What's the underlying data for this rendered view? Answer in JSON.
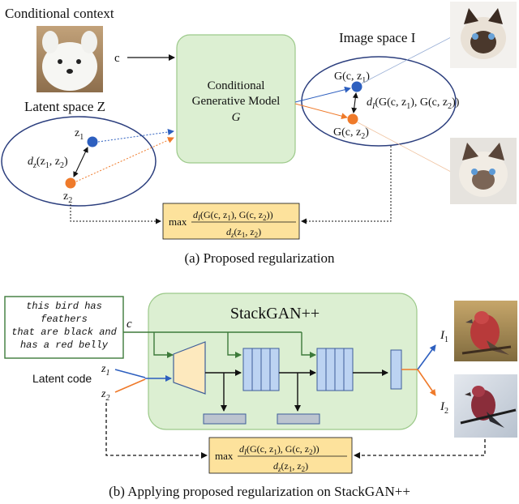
{
  "part_a": {
    "conditional_context": "Conditional context",
    "c_label": "c",
    "latent_space": "Latent space Z",
    "model_line1": "Conditional",
    "model_line2": "Generative Model",
    "model_symbol": "G",
    "image_space": "Image space I",
    "z1": "z",
    "z1_sub": "1",
    "z2": "z",
    "z2_sub": "2",
    "dz": "d",
    "dz_sub": "z",
    "dz_args": "(z",
    "dz_args_sub1": "1",
    "dz_mid": ", z",
    "dz_args_sub2": "2",
    "dz_end": ")",
    "gcz1": "G(c, z",
    "gcz1_sub": "1",
    "gcz1_end": ")",
    "gcz2": "G(c, z",
    "gcz2_sub": "2",
    "gcz2_end": ")",
    "dI": "d",
    "dI_sub": "I",
    "dI_args": "(G(c, z",
    "dI_sub1": "1",
    "dI_mid": "), G(c, z",
    "dI_sub2": "2",
    "dI_end": "))",
    "caption": "(a) Proposed regularization"
  },
  "formula": {
    "max": "max",
    "num": "d",
    "num_sub": "I",
    "num_args": "(G(c, z",
    "num_sub1": "1",
    "num_mid": "), G(c, z",
    "num_sub2": "2",
    "num_end": "))",
    "den": "d",
    "den_sub": "z",
    "den_args": "(z",
    "den_sub1": "1",
    "den_mid": ", z",
    "den_sub2": "2",
    "den_end": ")"
  },
  "part_b": {
    "text_lines": [
      "this bird has",
      "feathers",
      "that are black and",
      "has a red belly"
    ],
    "c_label": "c",
    "stackgan": "StackGAN++",
    "latent_code": "Latent code",
    "z1": "z",
    "z1_sub": "1",
    "z2": "z",
    "z2_sub": "2",
    "I1": "I",
    "I1_sub": "1",
    "I2": "I",
    "I2_sub": "2",
    "caption": "(b) Applying proposed regularization on StackGAN++"
  },
  "colors": {
    "green_fill": "#dcefd2",
    "green_stroke": "#9cc98a",
    "ellipse_stroke": "#2c3f7e",
    "blue_dot": "#2d5fbf",
    "orange_dot": "#ef7a2a",
    "formula_fill": "#fde29c",
    "text_arrow": "#3d7a3a",
    "block_fill": "#bcd3f2",
    "block_stroke": "#3e5e9a",
    "trapezoid_fill": "#fde9be"
  }
}
